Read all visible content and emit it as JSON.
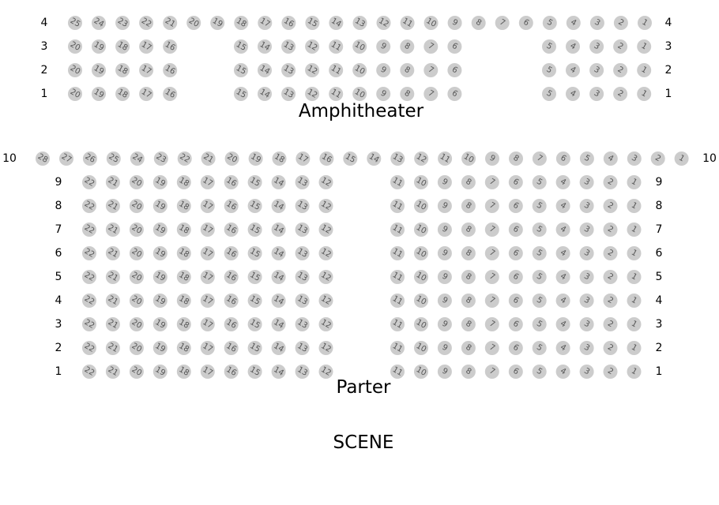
{
  "sections": {
    "amphitheater": {
      "title": "Amphitheater",
      "rows": [
        {
          "row": "4",
          "blocks": [
            [
              "25",
              "24",
              "23",
              "22",
              "21",
              "20",
              "19",
              "18",
              "17",
              "16",
              "15",
              "14",
              "13",
              "12",
              "11",
              "10",
              "9",
              "8",
              "7",
              "6",
              "5",
              "4",
              "3",
              "2",
              "1"
            ]
          ]
        },
        {
          "row": "3",
          "blocks": [
            [
              "20",
              "19",
              "18",
              "17",
              "16"
            ],
            [
              "15",
              "14",
              "13",
              "12",
              "11",
              "10",
              "9",
              "8",
              "7",
              "6"
            ],
            [
              "5",
              "4",
              "3",
              "2",
              "1"
            ]
          ]
        },
        {
          "row": "2",
          "blocks": [
            [
              "20",
              "19",
              "18",
              "17",
              "16"
            ],
            [
              "15",
              "14",
              "13",
              "12",
              "11",
              "10",
              "9",
              "8",
              "7",
              "6"
            ],
            [
              "5",
              "4",
              "3",
              "2",
              "1"
            ]
          ]
        },
        {
          "row": "1",
          "blocks": [
            [
              "20",
              "19",
              "18",
              "17",
              "16"
            ],
            [
              "15",
              "14",
              "13",
              "12",
              "11",
              "10",
              "9",
              "8",
              "7",
              "6"
            ],
            [
              "5",
              "4",
              "3",
              "2",
              "1"
            ]
          ]
        }
      ]
    },
    "parter": {
      "title": "Parter",
      "rows": [
        {
          "row": "10",
          "blocks": [
            [
              "28",
              "27",
              "26",
              "25",
              "24",
              "23",
              "22",
              "21",
              "20",
              "19",
              "18",
              "17",
              "16",
              "15",
              "14",
              "13",
              "12",
              "11",
              "10",
              "9",
              "8",
              "7",
              "6",
              "5",
              "4",
              "3",
              "2",
              "1"
            ]
          ]
        },
        {
          "row": "9",
          "blocks": [
            [
              "22",
              "21",
              "20",
              "19",
              "18",
              "17",
              "16",
              "15",
              "14",
              "13",
              "12"
            ],
            [
              "11",
              "10",
              "9",
              "8",
              "7",
              "6",
              "5",
              "4",
              "3",
              "2",
              "1"
            ]
          ]
        },
        {
          "row": "8",
          "blocks": [
            [
              "22",
              "21",
              "20",
              "19",
              "18",
              "17",
              "16",
              "15",
              "14",
              "13",
              "12"
            ],
            [
              "11",
              "10",
              "9",
              "8",
              "7",
              "6",
              "5",
              "4",
              "3",
              "2",
              "1"
            ]
          ]
        },
        {
          "row": "7",
          "blocks": [
            [
              "22",
              "21",
              "20",
              "19",
              "18",
              "17",
              "16",
              "15",
              "14",
              "13",
              "12"
            ],
            [
              "11",
              "10",
              "9",
              "8",
              "7",
              "6",
              "5",
              "4",
              "3",
              "2",
              "1"
            ]
          ]
        },
        {
          "row": "6",
          "blocks": [
            [
              "22",
              "21",
              "20",
              "19",
              "18",
              "17",
              "16",
              "15",
              "14",
              "13",
              "12"
            ],
            [
              "11",
              "10",
              "9",
              "8",
              "7",
              "6",
              "5",
              "4",
              "3",
              "2",
              "1"
            ]
          ]
        },
        {
          "row": "5",
          "blocks": [
            [
              "22",
              "21",
              "20",
              "19",
              "18",
              "17",
              "16",
              "15",
              "14",
              "13",
              "12"
            ],
            [
              "11",
              "10",
              "9",
              "8",
              "7",
              "6",
              "5",
              "4",
              "3",
              "2",
              "1"
            ]
          ]
        },
        {
          "row": "4",
          "blocks": [
            [
              "22",
              "21",
              "20",
              "19",
              "18",
              "17",
              "16",
              "15",
              "14",
              "13",
              "12"
            ],
            [
              "11",
              "10",
              "9",
              "8",
              "7",
              "6",
              "5",
              "4",
              "3",
              "2",
              "1"
            ]
          ]
        },
        {
          "row": "3",
          "blocks": [
            [
              "22",
              "21",
              "20",
              "19",
              "18",
              "17",
              "16",
              "15",
              "14",
              "13",
              "12"
            ],
            [
              "11",
              "10",
              "9",
              "8",
              "7",
              "6",
              "5",
              "4",
              "3",
              "2",
              "1"
            ]
          ]
        },
        {
          "row": "2",
          "blocks": [
            [
              "22",
              "21",
              "20",
              "19",
              "18",
              "17",
              "16",
              "15",
              "14",
              "13",
              "12"
            ],
            [
              "11",
              "10",
              "9",
              "8",
              "7",
              "6",
              "5",
              "4",
              "3",
              "2",
              "1"
            ]
          ]
        },
        {
          "row": "1",
          "blocks": [
            [
              "22",
              "21",
              "20",
              "19",
              "18",
              "17",
              "16",
              "15",
              "14",
              "13",
              "12"
            ],
            [
              "11",
              "10",
              "9",
              "8",
              "7",
              "6",
              "5",
              "4",
              "3",
              "2",
              "1"
            ]
          ]
        }
      ]
    }
  },
  "stage_label": "SCENE",
  "colors": {
    "seat": "#cccccc",
    "seat_text": "#555555",
    "label": "#000000"
  }
}
